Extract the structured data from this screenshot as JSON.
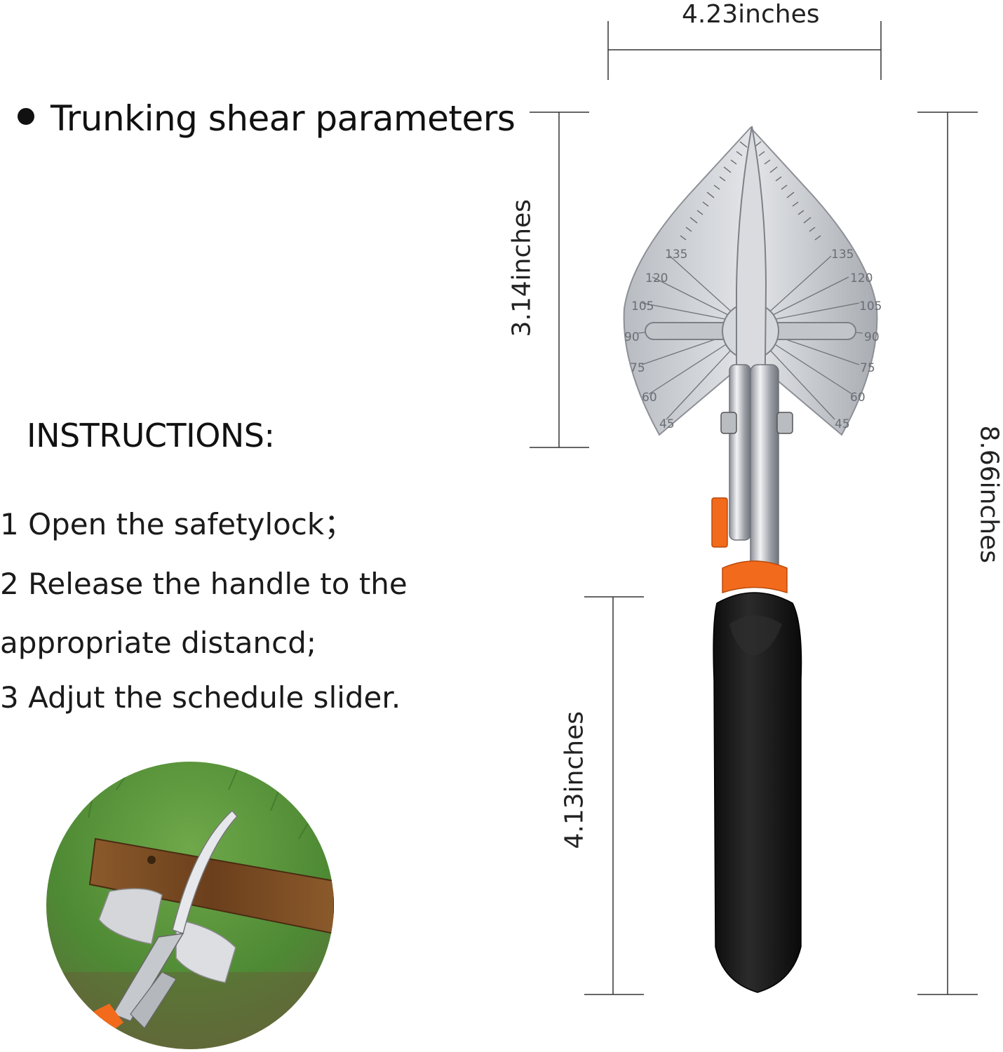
{
  "heading": "Trunking shear parameters",
  "instructions": {
    "title": "INSTRUCTIONS:",
    "steps": [
      "1 Open the safetylock；",
      "2 Release the handle to the",
      "appropriate distancd;",
      "3  Adjut the schedule slider."
    ]
  },
  "dimensions": {
    "width": "4.23inches",
    "blade_height": "3.14inches",
    "total_length": "8.66inches",
    "handle_length": "4.13inches"
  },
  "protractor_left_labels": [
    "135",
    "120",
    "105",
    "90",
    "75",
    "60",
    "45"
  ],
  "protractor_right_labels": [
    "135",
    "120",
    "105",
    "90",
    "75",
    "60",
    "45"
  ],
  "colors": {
    "handle_orange": "#f26a1b",
    "handle_black": "#161616",
    "steel": "#c9ccd1",
    "grass_green": "#4e8a34",
    "wood": "#7a4b26"
  }
}
